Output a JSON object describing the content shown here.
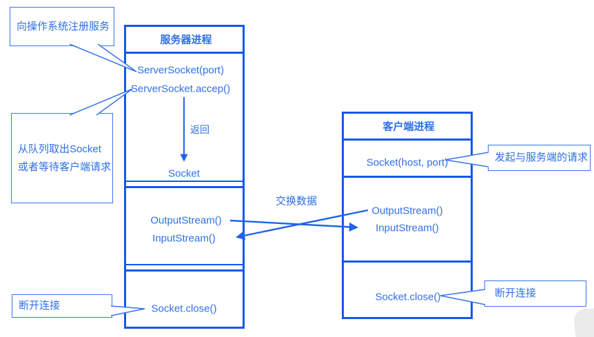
{
  "colors": {
    "border": "#1357EB",
    "line": "#1E63E8",
    "text": "#2F6FE6",
    "callout-border": "#3574E9",
    "watermark": "#EBEBEB"
  },
  "server": {
    "title": "服务器进程",
    "server_socket": "ServerSocket(port)",
    "accept": "ServerSocket.accep()",
    "return_label": "返回",
    "socket": "Socket",
    "output_stream": "OutputStream()",
    "input_stream": "InputStream()",
    "close": "Socket.close()"
  },
  "client": {
    "title": "客户端进程",
    "socket": "Socket(host, port)",
    "output_stream": "OutputStream()",
    "input_stream": "InputStream()",
    "close": "Socket.close()"
  },
  "labels": {
    "exchange": "交换数据"
  },
  "callouts": {
    "register": "向操作系统注册服务",
    "queue_line1": "从队列取出Socket",
    "queue_line2": "或者等待客户端请求",
    "disconnect_left": "断开连接",
    "initiate": "发起与服务端的请求",
    "disconnect_right": "断开连接"
  }
}
